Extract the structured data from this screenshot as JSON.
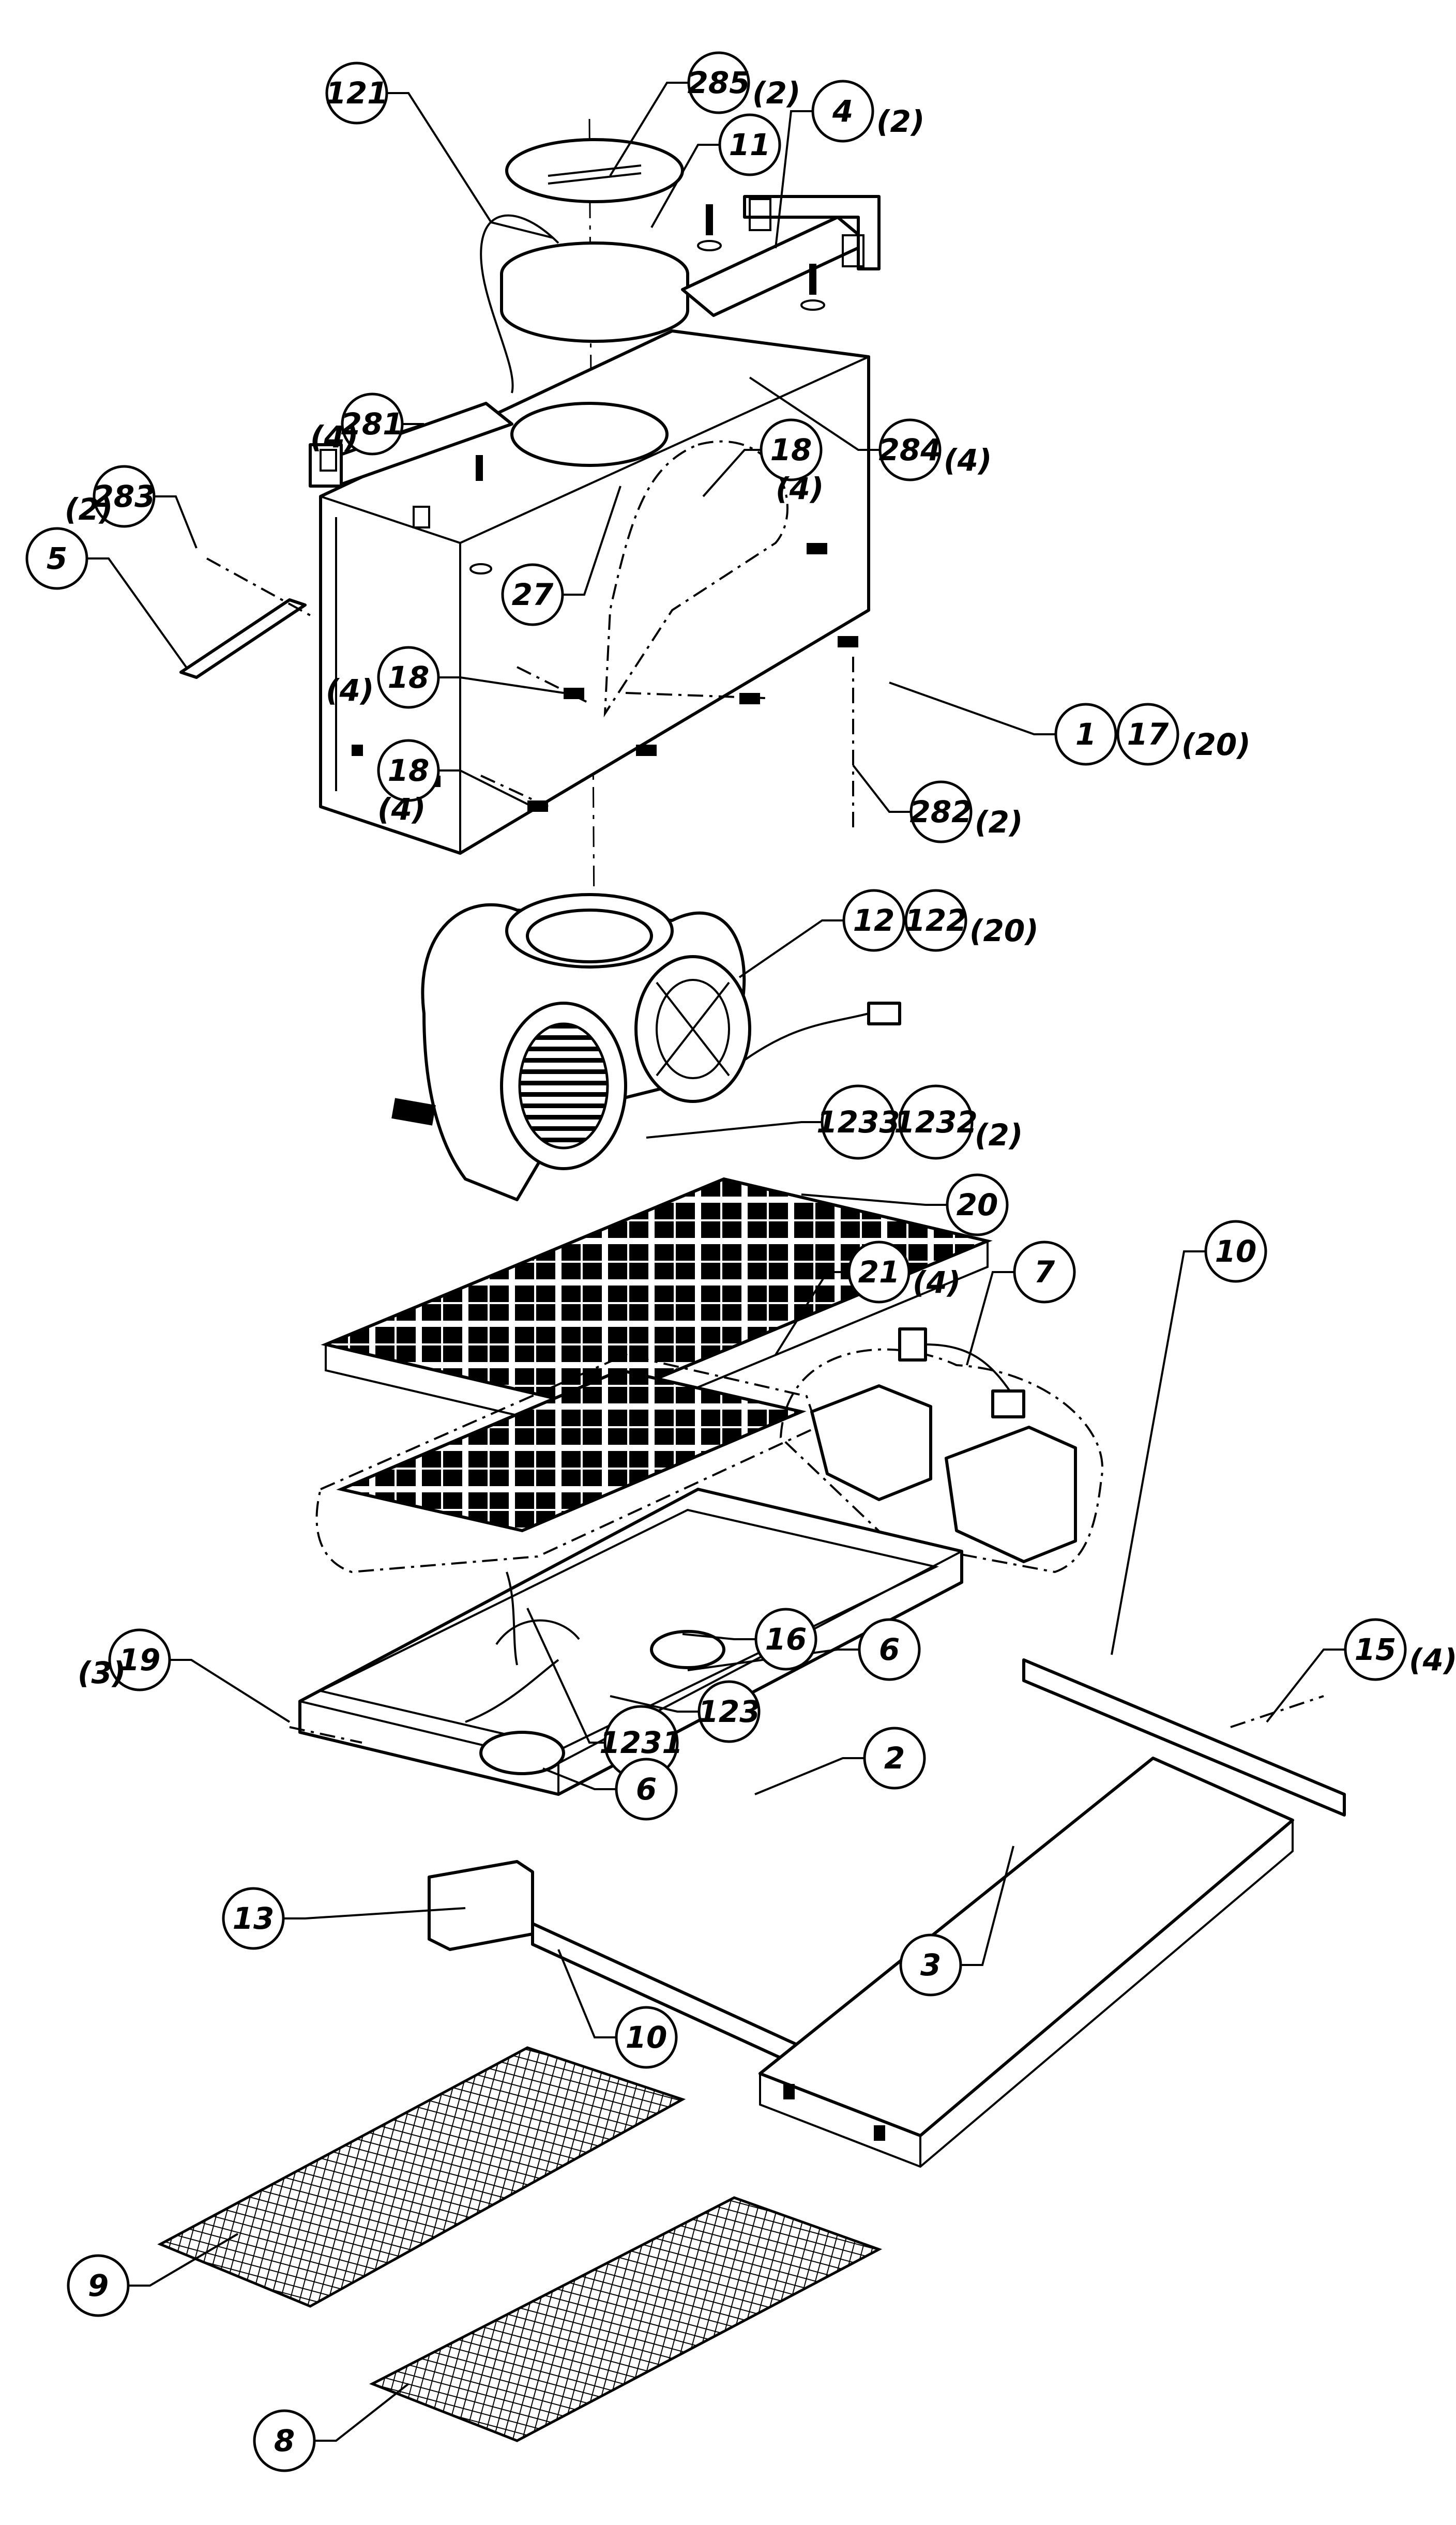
{
  "callouts": [
    {
      "id": "c121",
      "label": "121",
      "qty": ""
    },
    {
      "id": "c285",
      "label": "285",
      "qty": "(2)"
    },
    {
      "id": "c11",
      "label": "11",
      "qty": ""
    },
    {
      "id": "c4",
      "label": "4",
      "qty": "(2)"
    },
    {
      "id": "c281",
      "label": "281",
      "qty": "(4)"
    },
    {
      "id": "c283",
      "label": "283",
      "qty": "(2)"
    },
    {
      "id": "c5",
      "label": "5",
      "qty": ""
    },
    {
      "id": "c18a",
      "label": "18",
      "qty": "(4)"
    },
    {
      "id": "c284",
      "label": "284",
      "qty": "(4)"
    },
    {
      "id": "c27",
      "label": "27",
      "qty": ""
    },
    {
      "id": "c18b",
      "label": "18",
      "qty": "(4)"
    },
    {
      "id": "c1",
      "label": "1",
      "qty": ""
    },
    {
      "id": "c17",
      "label": "17",
      "qty": "(20)"
    },
    {
      "id": "c18c",
      "label": "18",
      "qty": "(4)"
    },
    {
      "id": "c282",
      "label": "282",
      "qty": "(2)"
    },
    {
      "id": "c12",
      "label": "12",
      "qty": ""
    },
    {
      "id": "c122",
      "label": "122",
      "qty": "(20)"
    },
    {
      "id": "c1233",
      "label": "1233",
      "qty": ""
    },
    {
      "id": "c1232",
      "label": "1232",
      "qty": "(2)"
    },
    {
      "id": "c20",
      "label": "20",
      "qty": ""
    },
    {
      "id": "c21",
      "label": "21",
      "qty": "(4)"
    },
    {
      "id": "c7",
      "label": "7",
      "qty": ""
    },
    {
      "id": "c10a",
      "label": "10",
      "qty": ""
    },
    {
      "id": "c15",
      "label": "15",
      "qty": "(4)"
    },
    {
      "id": "c19",
      "label": "19",
      "qty": "(3)"
    },
    {
      "id": "c16",
      "label": "16",
      "qty": ""
    },
    {
      "id": "c6a",
      "label": "6",
      "qty": ""
    },
    {
      "id": "c123",
      "label": "123",
      "qty": ""
    },
    {
      "id": "c1231",
      "label": "1231",
      "qty": ""
    },
    {
      "id": "c6b",
      "label": "6",
      "qty": ""
    },
    {
      "id": "c2",
      "label": "2",
      "qty": ""
    },
    {
      "id": "c3",
      "label": "3",
      "qty": ""
    },
    {
      "id": "c13",
      "label": "13",
      "qty": ""
    },
    {
      "id": "c10b",
      "label": "10",
      "qty": ""
    },
    {
      "id": "c9",
      "label": "9",
      "qty": ""
    },
    {
      "id": "c8",
      "label": "8",
      "qty": ""
    }
  ]
}
